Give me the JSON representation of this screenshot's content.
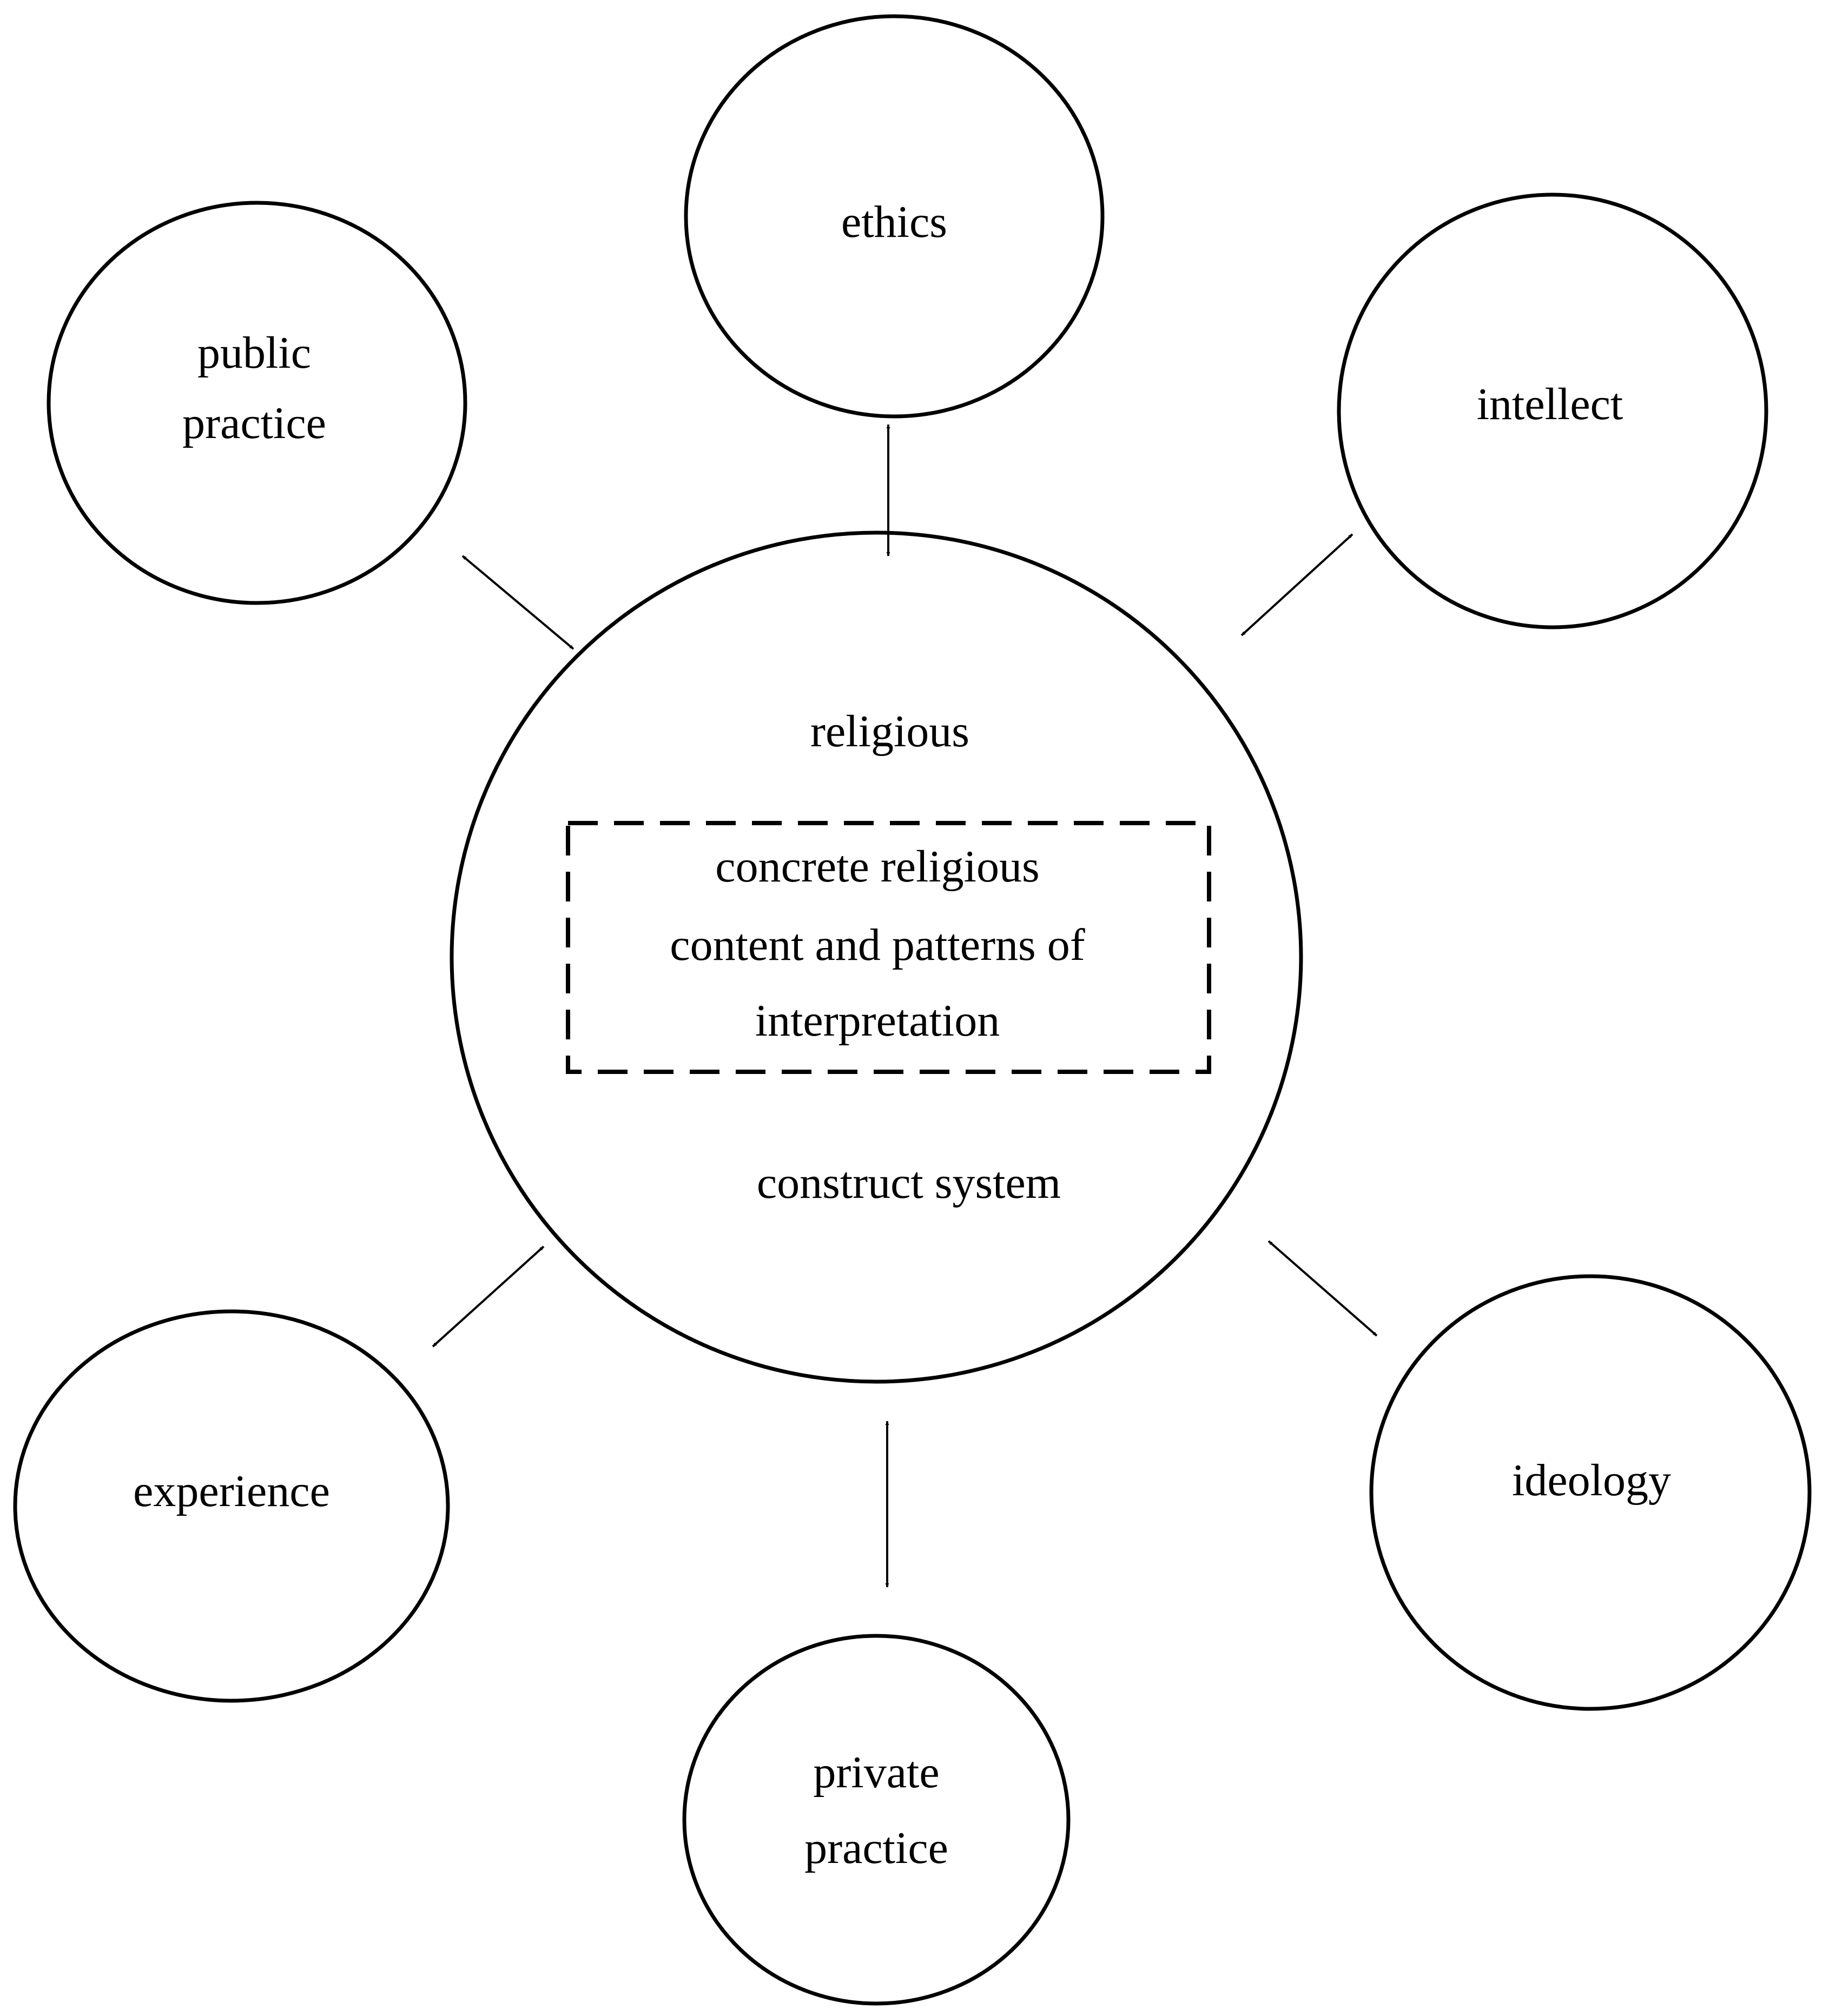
{
  "center": {
    "top_label": "religious",
    "box_lines": [
      "concrete religious",
      "content and patterns of",
      "interpretation"
    ],
    "bottom_label": "construct system"
  },
  "nodes": [
    {
      "id": "ethics",
      "lines": [
        "ethics"
      ]
    },
    {
      "id": "public-practice",
      "lines": [
        "public",
        "practice"
      ]
    },
    {
      "id": "intellect",
      "lines": [
        "intellect"
      ]
    },
    {
      "id": "experience",
      "lines": [
        "experience"
      ]
    },
    {
      "id": "ideology",
      "lines": [
        "ideology"
      ]
    },
    {
      "id": "private-practice",
      "lines": [
        "private",
        "practice"
      ]
    }
  ],
  "edges": [
    {
      "from": "center",
      "to": "ethics",
      "type": "bidirectional"
    },
    {
      "from": "center",
      "to": "public-practice",
      "type": "bidirectional"
    },
    {
      "from": "center",
      "to": "intellect",
      "type": "bidirectional"
    },
    {
      "from": "center",
      "to": "experience",
      "type": "bidirectional"
    },
    {
      "from": "center",
      "to": "ideology",
      "type": "bidirectional"
    },
    {
      "from": "center",
      "to": "private-practice",
      "type": "bidirectional"
    }
  ],
  "colors": {
    "stroke": "#000000",
    "background": "#ffffff"
  }
}
